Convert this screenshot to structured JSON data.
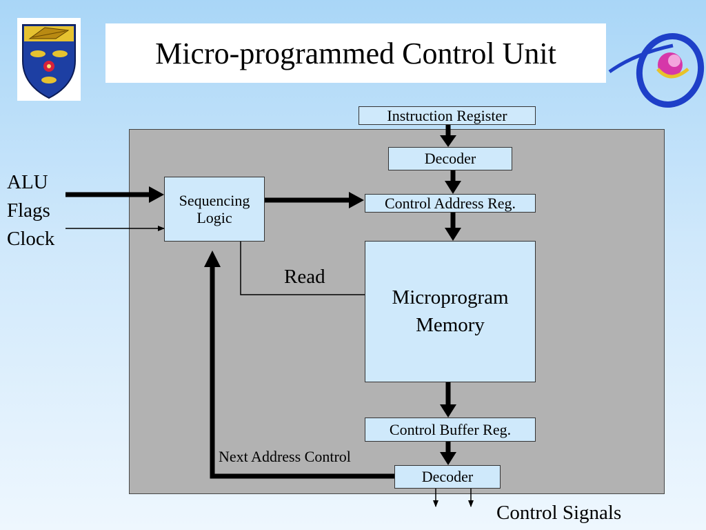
{
  "title": "Micro-programmed Control Unit",
  "inputs": {
    "alu": "ALU",
    "flags": "Flags",
    "clock": "Clock"
  },
  "boxes": {
    "instruction_register": "Instruction Register",
    "decoder_top": "Decoder",
    "control_address_reg": "Control Address Reg.",
    "sequencing_logic_line1": "Sequencing",
    "sequencing_logic_line2": "Logic",
    "microprogram_memory_line1": "Microprogram",
    "microprogram_memory_line2": "Memory",
    "control_buffer_reg": "Control Buffer Reg.",
    "decoder_bottom": "Decoder"
  },
  "labels": {
    "read": "Read",
    "next_address_control": "Next Address Control",
    "control_signals": "Control Signals"
  },
  "colors": {
    "box_fill": "#cfe9fb",
    "panel_fill": "#b2b2b2",
    "background": "#a9d6f7"
  },
  "icons": {
    "logo_left": "university-crest-logo",
    "logo_right": "orbit-logo"
  }
}
